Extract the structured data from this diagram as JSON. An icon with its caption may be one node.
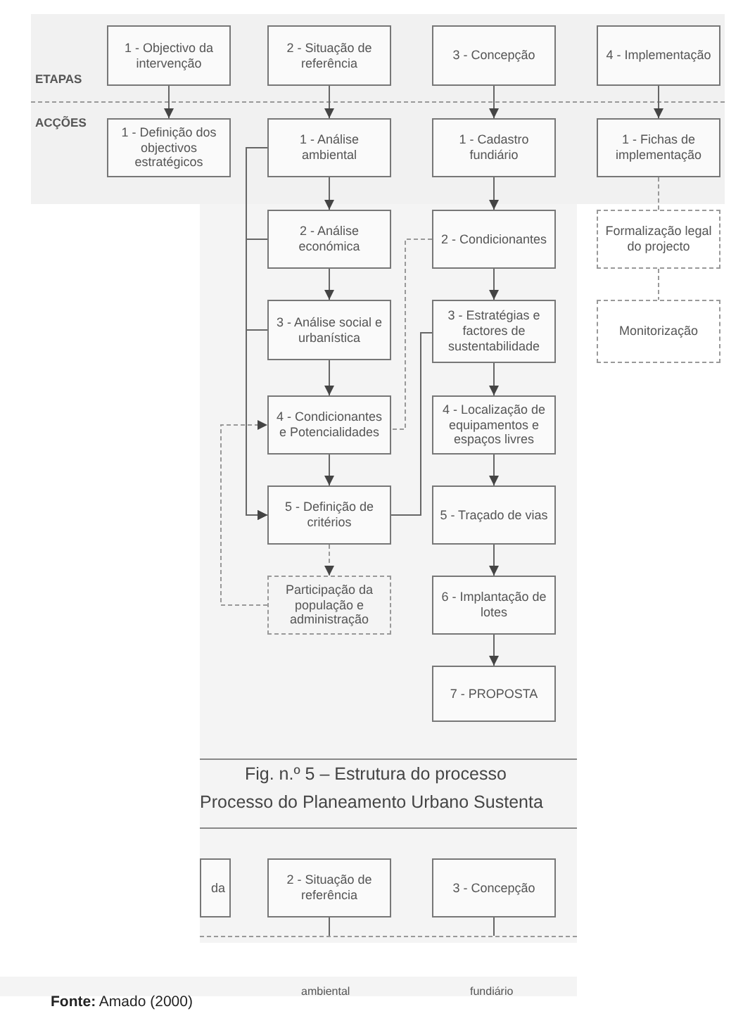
{
  "diagram": {
    "nodes": [
      {
        "text": [
          "1 - Objectivo da intervenção"
        ]
      },
      {
        "text": [
          "2 - Situação de referência"
        ]
      },
      {
        "text": [
          "3 - Concepção"
        ]
      },
      {
        "text": [
          "4 - Implementação"
        ]
      },
      {
        "text": [
          "1 - Definição dos objectivos estratégicos"
        ]
      },
      {
        "text": [
          "1 - Análise ambiental"
        ]
      },
      {
        "text": [
          "1 - Cadastro fundiário"
        ]
      },
      {
        "text": [
          "1 - Fichas de implementação"
        ]
      },
      {
        "text": [
          "2 - Análise económica"
        ]
      },
      {
        "text": [
          "2 - Condicionantes"
        ]
      },
      {
        "text": [
          "Formalização legal do projecto"
        ]
      },
      {
        "text": [
          "3 - Análise social e urbanística"
        ]
      },
      {
        "text": [
          "3 - Estratégias e factores de sustentabilidade"
        ]
      },
      {
        "text": [
          "Monitorização"
        ]
      },
      {
        "text": [
          "4 - Condicionantes e Potencialidades"
        ]
      },
      {
        "text": [
          "4 - Localização de equipamentos e espaços livres"
        ]
      },
      {
        "text": [
          "5 - Definição de critérios"
        ]
      },
      {
        "text": [
          "5 - Traçado de vias"
        ]
      },
      {
        "text": [
          "Participação da população e administração"
        ]
      },
      {
        "text": [
          "6 - Implantação de lotes"
        ]
      },
      {
        "text": [
          "7 - PROPOSTA"
        ]
      },
      {
        "text": [
          "da"
        ]
      },
      {
        "text": [
          "2 - Situação de referência"
        ]
      },
      {
        "text": [
          "3 - Concepção"
        ]
      }
    ],
    "edges": [
      {
        "from": 0,
        "to": 4,
        "arrow": "to"
      },
      {
        "from": 1,
        "to": 5,
        "arrow": "to"
      },
      {
        "from": 2,
        "to": 6,
        "arrow": "to"
      },
      {
        "from": 3,
        "to": 7,
        "arrow": "to"
      },
      {
        "from": 5,
        "to": 8,
        "arrow": "to"
      },
      {
        "from": 8,
        "to": 11,
        "arrow": "to"
      },
      {
        "from": 11,
        "to": 14,
        "arrow": "to"
      },
      {
        "from": 14,
        "to": 16,
        "arrow": "to"
      },
      {
        "from": 6,
        "to": 9,
        "arrow": "to"
      },
      {
        "from": 9,
        "to": 12,
        "arrow": "to"
      },
      {
        "from": 12,
        "to": 15,
        "arrow": "to"
      },
      {
        "from": 15,
        "to": 17,
        "arrow": "to"
      },
      {
        "from": 17,
        "to": 19,
        "arrow": "to"
      },
      {
        "from": 19,
        "to": 20,
        "arrow": "to"
      },
      {
        "from": 7,
        "to": 10,
        "arrow": "none",
        "style": "dashed"
      },
      {
        "from": 10,
        "to": 13,
        "arrow": "none",
        "style": "dashed"
      },
      {
        "from": 16,
        "to": 18,
        "arrow": "to",
        "style": "dashed"
      },
      {
        "from": 18,
        "to": 14,
        "arrow": "to",
        "style": "dashed"
      },
      {
        "from": 5,
        "to": 16,
        "arrow": "to"
      },
      {
        "from": 8,
        "to": 16,
        "arrow": "to"
      },
      {
        "from": 11,
        "to": 16,
        "arrow": "to"
      },
      {
        "from": 9,
        "to": 14,
        "arrow": "none",
        "style": "dashed"
      },
      {
        "from": 16,
        "to": 12,
        "arrow": "none"
      },
      {
        "from": 22,
        "to": null,
        "arrow": "none"
      },
      {
        "from": 23,
        "to": null,
        "arrow": "none"
      }
    ],
    "labels": [
      "ETAPAS",
      "ACÇÕES",
      "Fig. n.º 5 – Estrutura do processo",
      "Processo do Planeamento Urbano Sustenta",
      "ambiental",
      "fundiário",
      "**Fonte:** Amado (2000)"
    ]
  }
}
